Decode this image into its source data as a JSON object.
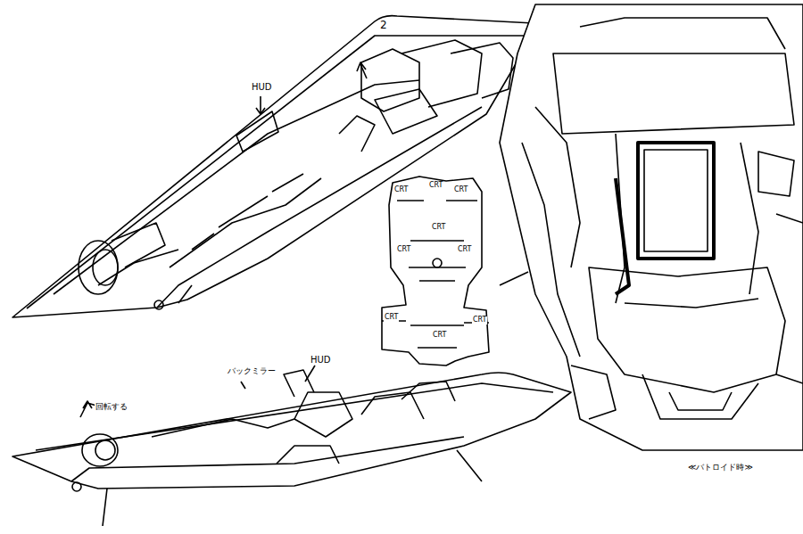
{
  "diagram": {
    "labels": [
      "2",
      "HUD",
      "CRT",
      "CRT",
      "CRT",
      "CRT",
      "CRT",
      "CRT",
      "CRT",
      "CRT",
      "CRT",
      "バックミラー",
      "HUD",
      "回転する",
      "≪バトロイド時≫"
    ]
  }
}
